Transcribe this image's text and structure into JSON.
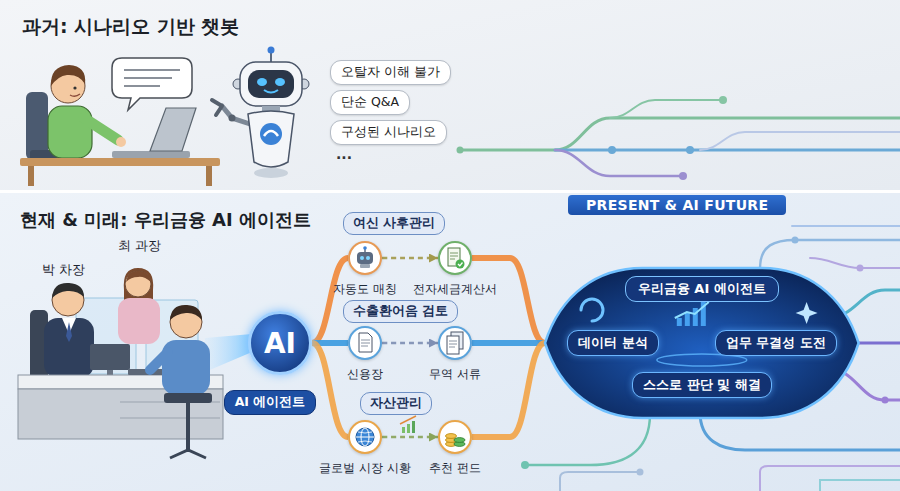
{
  "diagram": {
    "nodes": [
      {
        "text": [
          "과거: 시나리오 기반 챗봇"
        ]
      },
      {
        "text": [
          "오탈자 이해 불가"
        ],
        "in": 0
      },
      {
        "text": [
          "단순 Q&A"
        ],
        "in": 0
      },
      {
        "text": [
          "구성된 시나리오"
        ],
        "in": 0
      },
      {
        "text": [
          "현재 & 미래: 우리금융 AI 에이전트"
        ]
      },
      {
        "text": [
          "PRESENT & AI FUTURE"
        ],
        "in": 4
      },
      {
        "text": [
          "AI"
        ],
        "in": 4
      },
      {
        "text": [
          "AI 에이전트"
        ],
        "in": 4
      },
      {
        "text": [
          "여신 사후관리"
        ],
        "in": 4
      },
      {
        "text": [
          "자동도 매칭"
        ],
        "in": 4
      },
      {
        "text": [
          "전자세금계산서"
        ],
        "in": 4
      },
      {
        "text": [
          "수출환어음 검토"
        ],
        "in": 4
      },
      {
        "text": [
          "신용장"
        ],
        "in": 4
      },
      {
        "text": [
          "무역 서류"
        ],
        "in": 4
      },
      {
        "text": [
          "자산관리"
        ],
        "in": 4
      },
      {
        "text": [
          "글로벌 시장 시황"
        ],
        "in": 4
      },
      {
        "text": [
          "추천 펀드"
        ],
        "in": 4
      },
      {
        "text": [
          "우리금융 AI 에이전트"
        ],
        "in": 4
      },
      {
        "text": [
          "데이터 분석"
        ],
        "in": 17
      },
      {
        "text": [
          "업무 무결성 도전"
        ],
        "in": 17
      },
      {
        "text": [
          "스스로 판단 및 해결"
        ],
        "in": 17
      }
    ],
    "edges": [
      {
        "from": 6,
        "to": 9,
        "arrow": "none"
      },
      {
        "from": 9,
        "to": 10,
        "arrow": "to"
      },
      {
        "from": 10,
        "to": 17,
        "arrow": "none"
      },
      {
        "from": 6,
        "to": 12,
        "arrow": "none"
      },
      {
        "from": 12,
        "to": 13,
        "arrow": "to"
      },
      {
        "from": 13,
        "to": 17,
        "arrow": "none"
      },
      {
        "from": 6,
        "to": 15,
        "arrow": "none"
      },
      {
        "from": 15,
        "to": 16,
        "arrow": "to"
      },
      {
        "from": 16,
        "to": 17,
        "arrow": "none"
      }
    ],
    "labels": [
      "...",
      "박 차장",
      "최 과장"
    ]
  }
}
